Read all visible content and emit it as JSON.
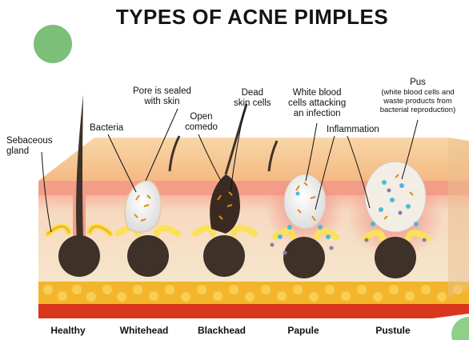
{
  "title": "TYPES OF ACNE PIMPLES",
  "labels": {
    "sebaceous_gland": [
      "Sebaceous",
      "gland"
    ],
    "bacteria": "Bacteria",
    "pore_sealed": [
      "Pore is sealed",
      "with skin"
    ],
    "open_comedo": [
      "Open",
      "comedo"
    ],
    "dead_skin_cells": [
      "Dead",
      "skin cells"
    ],
    "white_blood_cells": [
      "White blood",
      "cells attacking",
      "an infection"
    ],
    "inflammation": "Inflammation",
    "pus_title": "Pus",
    "pus_detail": [
      "(white blood cells and",
      "waste products from",
      "bacterial reproduction)"
    ]
  },
  "stages": [
    "Healthy",
    "Whitehead",
    "Blackhead",
    "Papule",
    "Pustule"
  ],
  "colors": {
    "epidermis_top": "#f6c590",
    "epidermis_front": "#f4a08a",
    "dermis": "#f6e3c4",
    "fat": "#f2b52c",
    "fat_base": "#d9361c",
    "follicle": "#3e3128",
    "sebum": "#fbe05a",
    "decor_circle": "#7bbf78"
  }
}
